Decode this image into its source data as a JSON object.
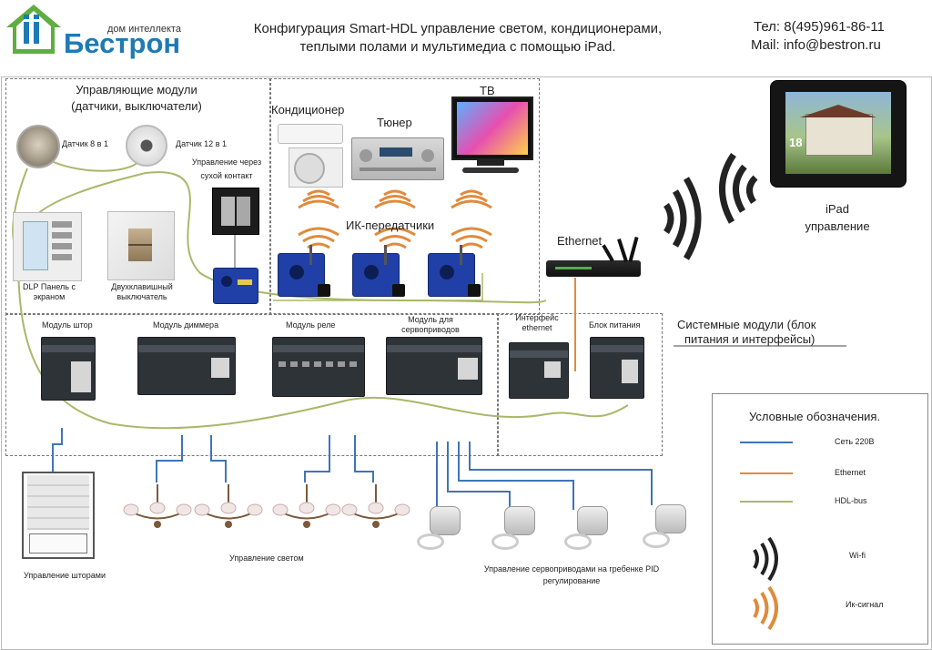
{
  "header": {
    "logo_small": "дом интеллекта",
    "logo_big": "Бестрон",
    "title_line1": "Конфигурация Smart-HDL управление светом, кондиционерами,",
    "title_line2": "теплыми полами и мультимедиа с помощью iPad.",
    "phone": "Тел: 8(495)961-86-11",
    "mail": "Mail: info@bestron.ru"
  },
  "sections": {
    "control_modules_1": "Управляющие модули",
    "control_modules_2": "(датчики, выключатели)",
    "tv": "ТВ",
    "ac": "Кондиционер",
    "tuner": "Тюнер",
    "ir": "ИК-передатчики",
    "system_modules_1": "Системные модули (блок",
    "system_modules_2": "питания и интерфейсы)"
  },
  "devices": {
    "sensor8": "Датчик 8 в 1",
    "sensor12": "Датчик 12 в 1",
    "dry_contact_1": "Управление через",
    "dry_contact_2": "сухой контакт",
    "dlp_1": "DLP Панель с",
    "dlp_2": "экраном",
    "switch_1": "Двухклавишный",
    "switch_2": "выключатель",
    "ethernet": "Ethernet",
    "ipad_1": "iPad",
    "ipad_2": "управление",
    "ipad_number": "18",
    "mod_curtain": "Модуль штор",
    "mod_dimmer": "Модуль диммера",
    "mod_relay": "Модуль реле",
    "mod_servo_1": "Модуль для",
    "mod_servo_2": "сервоприводов",
    "iface_1": "Интерфейс",
    "iface_2": "ethernet",
    "psu": "Блок питания"
  },
  "bottom": {
    "curtains": "Управление шторами",
    "light": "Управление светом",
    "servo_1": "Управление сервоприводами на гребенке PID",
    "servo_2": "регулирование"
  },
  "legend": {
    "title": "Условные обозначения.",
    "items": [
      {
        "label": "Сеть 220В",
        "color": "#3f74b8"
      },
      {
        "label": "Ethernet",
        "color": "#e08a3c"
      },
      {
        "label": "HDL-bus",
        "color": "#a9b86a"
      },
      {
        "label": "Wi-fi",
        "color": "#222222"
      },
      {
        "label": "Ик-сигнал",
        "color": "#e08a3c"
      }
    ]
  },
  "colors": {
    "bus": "#a9b86a",
    "power": "#3f74b8",
    "ethernet": "#e08a3c",
    "logo": "#1d7ab5"
  }
}
